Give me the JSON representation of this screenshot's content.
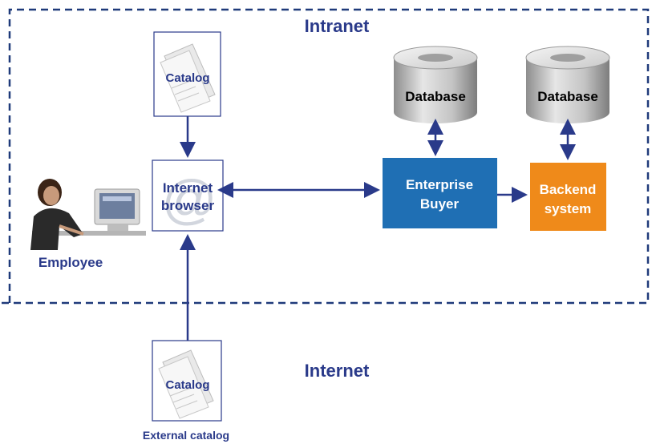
{
  "zones": {
    "intranet_label": "Intranet",
    "internet_label": "Internet"
  },
  "nodes": {
    "catalog_internal": "Catalog",
    "catalog_external": "Catalog",
    "external_catalog_caption": "External catalog",
    "browser_line1": "Internet",
    "browser_line2": "browser",
    "employee": "Employee",
    "enterprise_buyer_line1": "Enterprise",
    "enterprise_buyer_line2": "Buyer",
    "backend_line1": "Backend",
    "backend_line2": "system",
    "database_left": "Database",
    "database_right": "Database"
  },
  "colors": {
    "navy": "#2a3a8a",
    "dashed_border": "#1f3a7a",
    "buyer_blue": "#1f6fb4",
    "backend_orange": "#ef8a1a",
    "cylinder_gray": "#b8b8b8"
  }
}
